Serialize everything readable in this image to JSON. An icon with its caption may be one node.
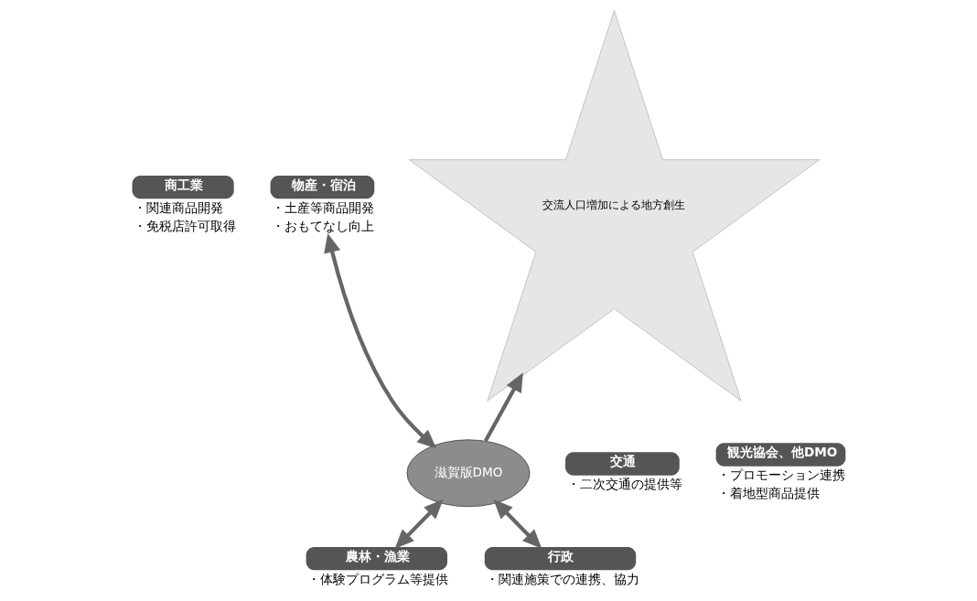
{
  "diagram": {
    "nodes": [
      {
        "text": [
          "商工業"
        ],
        "beside": [
          "・関連商品開発",
          "・免税店許可取得"
        ]
      },
      {
        "text": [
          "物産・宿泊"
        ],
        "beside": [
          "・土産等商品開発",
          "・おもてなし向上"
        ]
      },
      {
        "text": [
          "交流人口増加による地方創生"
        ]
      },
      {
        "text": [
          "交通"
        ],
        "beside": [
          "・二次交通の提供等"
        ]
      },
      {
        "text": [
          "滋賀版DMO"
        ]
      },
      {
        "text": [
          "観光協会、他DMO"
        ],
        "beside": [
          "・プロモーション連携",
          "・着地型商品提供"
        ]
      },
      {
        "text": [
          "農林・漁業"
        ],
        "beside": [
          "・体験プログラム等提供"
        ]
      },
      {
        "text": [
          "行政"
        ],
        "beside": [
          "・関連施策での連携、協力"
        ]
      }
    ],
    "edges": [
      {
        "from": 1,
        "to": 4,
        "arrow": "both"
      },
      {
        "from": 4,
        "to": 2,
        "arrow": "to"
      },
      {
        "from": 4,
        "to": 6,
        "arrow": "both"
      },
      {
        "from": 4,
        "to": 7,
        "arrow": "both"
      }
    ]
  }
}
